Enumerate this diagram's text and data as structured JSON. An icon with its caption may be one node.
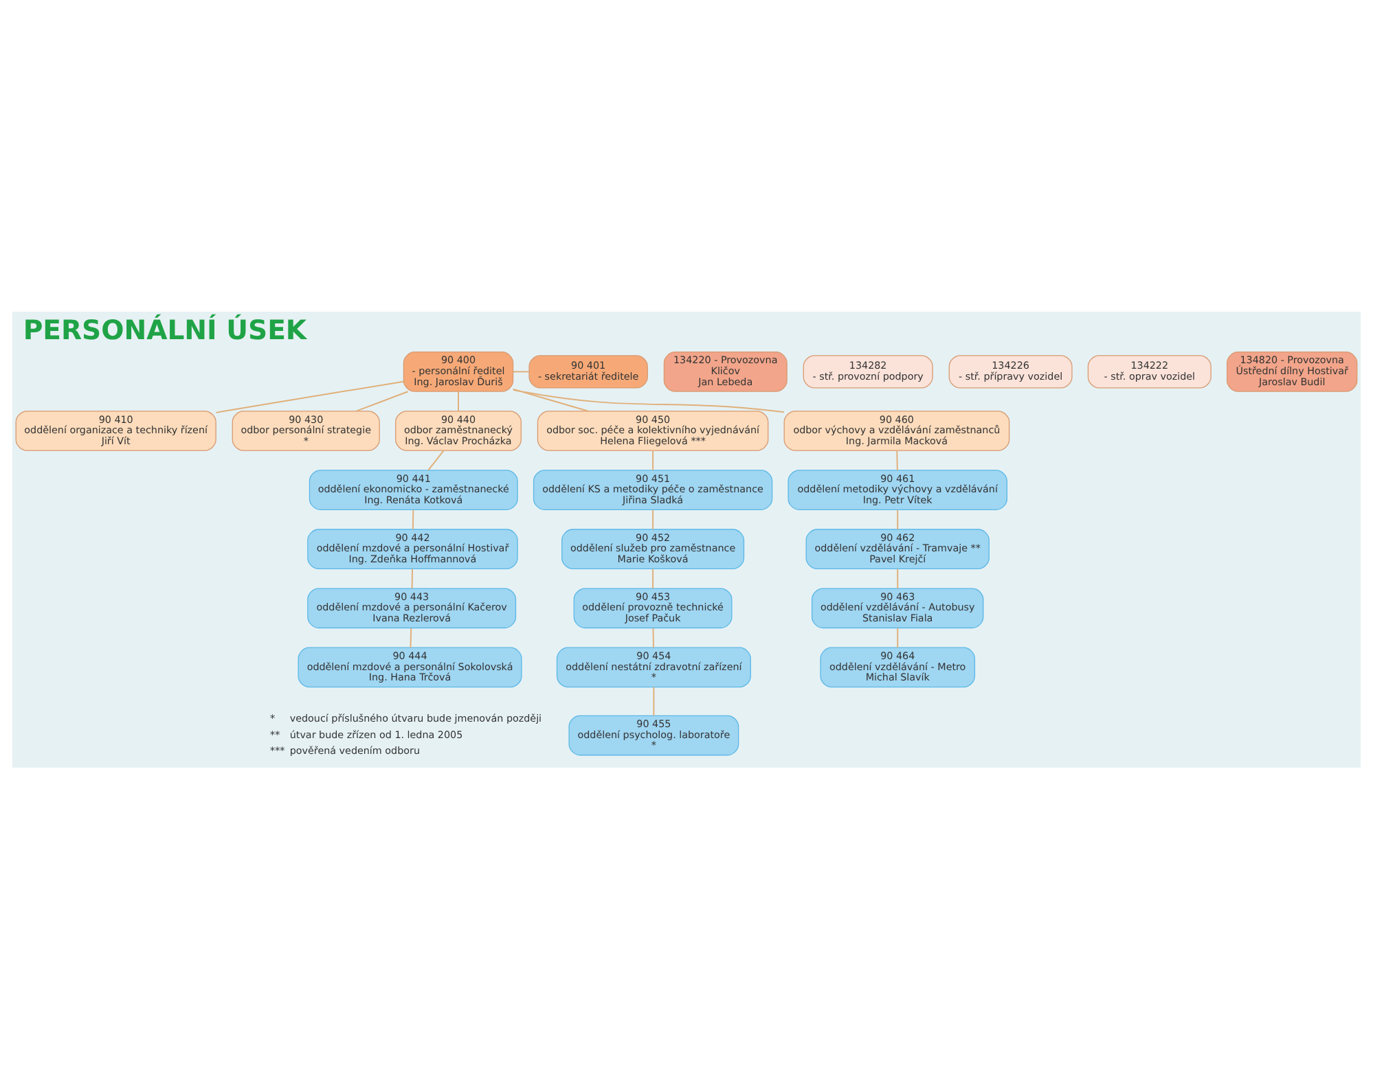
{
  "diagram": {
    "title": "PERSONÁLNÍ ÚSEK",
    "nodes": [
      {
        "text": [
          "90 400",
          "- personální ředitel",
          "Ing. Jaroslav Ďuriš"
        ]
      },
      {
        "text": [
          "90 401",
          "- sekretariát ředitele"
        ]
      },
      {
        "text": [
          "90 410",
          "oddělení organizace a techniky řízení",
          "Jiří Vít"
        ]
      },
      {
        "text": [
          "90 430",
          "odbor personální strategie",
          "*"
        ]
      },
      {
        "text": [
          "90 440",
          "odbor zaměstnanecký",
          "Ing. Václav Procházka"
        ]
      },
      {
        "text": [
          "90 450",
          "odbor soc. péče a kolektivního vyjednávání",
          "Helena Fliegelová ***"
        ]
      },
      {
        "text": [
          "90 460",
          "odbor výchovy a vzdělávání zaměstnanců",
          "Ing. Jarmila Macková"
        ]
      },
      {
        "text": [
          "90 441",
          "oddělení ekonomicko - zaměstnanecké",
          "Ing. Renáta Kotková"
        ]
      },
      {
        "text": [
          "90 451",
          "oddělení KS a metodiky péče o zaměstnance",
          "Jiřina Sladká"
        ]
      },
      {
        "text": [
          "90 461",
          "oddělení metodiky výchovy a vzdělávání",
          "Ing. Petr Vítek"
        ]
      },
      {
        "text": [
          "90 442",
          "oddělení mzdové a personální Hostivař",
          "Ing. Zdeňka Hoffmannová"
        ]
      },
      {
        "text": [
          "90 452",
          "oddělení služeb pro zaměstnance",
          "Marie Košková"
        ]
      },
      {
        "text": [
          "90 462",
          "oddělení vzdělávání - Tramvaje **",
          "Pavel Krejčí"
        ]
      },
      {
        "text": [
          "90 443",
          "oddělení mzdové a personální Kačerov",
          "Ivana Rezlerová"
        ]
      },
      {
        "text": [
          "90 453",
          "oddělení provozně technické",
          "Josef Pačuk"
        ]
      },
      {
        "text": [
          "90 463",
          "oddělení vzdělávání - Autobusy",
          "Stanislav Fiala"
        ]
      },
      {
        "text": [
          "90 444",
          "oddělení mzdové a personální Sokolovská",
          "Ing. Hana Trčová"
        ]
      },
      {
        "text": [
          "90 454",
          "oddělení nestátní zdravotní zařízení",
          "*"
        ]
      },
      {
        "text": [
          "90 464",
          "oddělení vzdělávání - Metro",
          "Michal Slavík"
        ]
      },
      {
        "text": [
          "90 455",
          "oddělení psycholog. laboratoře",
          "*"
        ]
      },
      {
        "text": [
          "134220 - Provozovna",
          "Kličov",
          "Jan Lebeda"
        ]
      },
      {
        "text": [
          "134282",
          "- stř. provozní podpory"
        ]
      },
      {
        "text": [
          "134226",
          "- stř. přípravy vozidel"
        ]
      },
      {
        "text": [
          "134222",
          "- stř. oprav vozidel"
        ]
      },
      {
        "text": [
          "134820 - Provozovna",
          "Ústřední dílny Hostivař",
          "Jaroslav Budil"
        ]
      }
    ],
    "edges": [
      {
        "from": 0,
        "to": 1,
        "arrow": "none"
      },
      {
        "from": 0,
        "to": 2,
        "arrow": "none"
      },
      {
        "from": 0,
        "to": 3,
        "arrow": "none"
      },
      {
        "from": 0,
        "to": 4,
        "arrow": "none"
      },
      {
        "from": 0,
        "to": 5,
        "arrow": "none"
      },
      {
        "from": 0,
        "to": 6,
        "arrow": "none"
      },
      {
        "from": 4,
        "to": 7,
        "arrow": "none"
      },
      {
        "from": 7,
        "to": 10,
        "arrow": "none"
      },
      {
        "from": 10,
        "to": 13,
        "arrow": "none"
      },
      {
        "from": 13,
        "to": 16,
        "arrow": "none"
      },
      {
        "from": 5,
        "to": 8,
        "arrow": "none"
      },
      {
        "from": 8,
        "to": 11,
        "arrow": "none"
      },
      {
        "from": 11,
        "to": 14,
        "arrow": "none"
      },
      {
        "from": 14,
        "to": 17,
        "arrow": "none"
      },
      {
        "from": 17,
        "to": 19,
        "arrow": "none"
      },
      {
        "from": 6,
        "to": 9,
        "arrow": "none"
      },
      {
        "from": 9,
        "to": 12,
        "arrow": "none"
      },
      {
        "from": 12,
        "to": 15,
        "arrow": "none"
      },
      {
        "from": 15,
        "to": 18,
        "arrow": "none"
      }
    ],
    "labels": [
      "*",
      "vedoucí příslušného útvaru bude jmenován později",
      "**",
      "útvar bude zřízen od 1. ledna 2005",
      "***",
      "pověřená vedením odboru"
    ]
  }
}
